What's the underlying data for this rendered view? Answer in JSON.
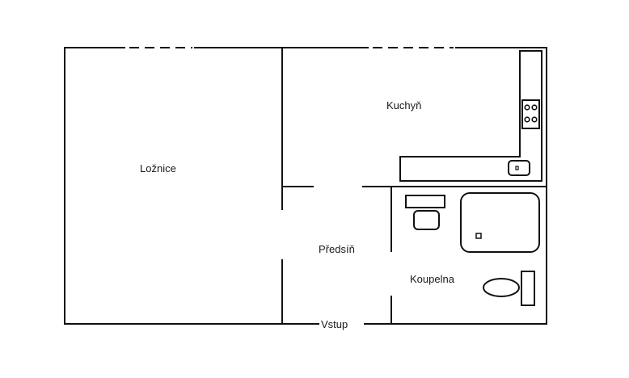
{
  "diagram": {
    "type": "floor-plan",
    "rooms": [
      {
        "id": "loznice",
        "label": "Ložnice"
      },
      {
        "id": "kuchyn",
        "label": "Kuchyň"
      },
      {
        "id": "predsin",
        "label": "Předsíň"
      },
      {
        "id": "koupelna",
        "label": "Koupelna"
      }
    ],
    "entrance": {
      "label": "Vstup"
    },
    "fixtures": {
      "kitchen": [
        "counter-l-shape",
        "cooktop-4-burner",
        "sink"
      ],
      "bathroom": [
        "washbasin",
        "bathtub",
        "toilet-seat",
        "toilet-tank"
      ]
    },
    "colors": {
      "line": "#111111",
      "background": "#ffffff"
    }
  }
}
